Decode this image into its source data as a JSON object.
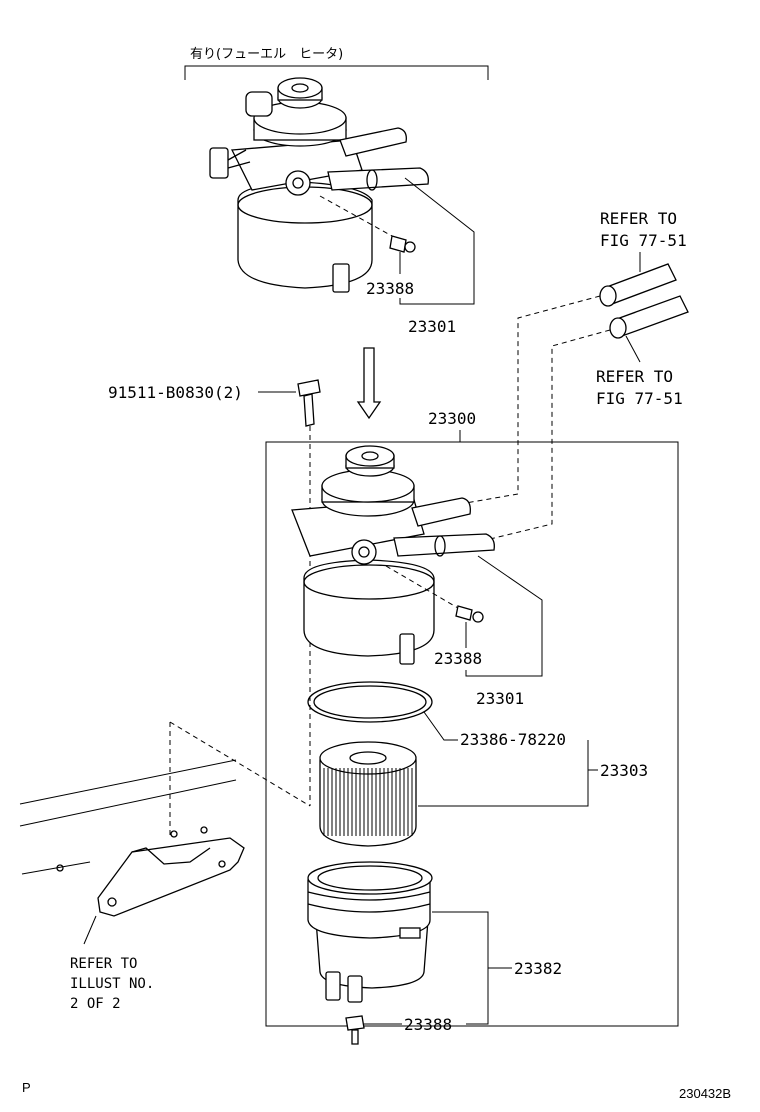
{
  "header_note": "有り(フューエル　ヒータ)",
  "labels": {
    "top_23388": "23388",
    "top_23301": "23301",
    "bolt": "91511-B0830(2)",
    "assembly_23300": "23300",
    "mid_23388": "23388",
    "mid_23301": "23301",
    "oring": "23386-78220",
    "element_23303": "23303",
    "case_23382": "23382",
    "bottom_23388": "23388"
  },
  "refer_upper": [
    "REFER TO",
    "FIG 77-51"
  ],
  "refer_lower": [
    "REFER TO",
    "FIG 77-51"
  ],
  "refer_illust": [
    "REFER TO",
    "ILLUST NO.",
    " 2 OF 2"
  ],
  "corner_left": "P",
  "corner_right": "230432B"
}
